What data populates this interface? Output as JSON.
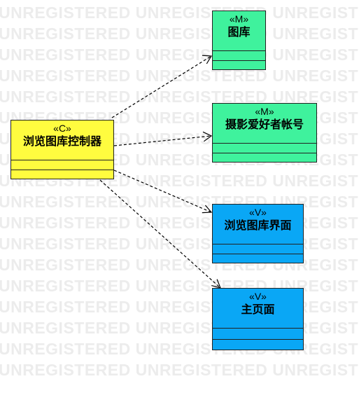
{
  "watermark_text": "UNREGISTERED UNREGISTERED UNREGISTERED UNREGISTERED",
  "colors": {
    "model_fill": "#3ff29d",
    "controller_fill": "#fffc3f",
    "view_fill": "#0aa7f5",
    "border": "#222222",
    "watermark": "#ececec"
  },
  "classes": {
    "controller": {
      "stereotype": "«C»",
      "name": "浏览图库控制器"
    },
    "gallery": {
      "stereotype": "«M»",
      "name": "图库"
    },
    "account": {
      "stereotype": "«M»",
      "name": "摄影爱好者帐号"
    },
    "browse_view": {
      "stereotype": "«V»",
      "name": "浏览图库界面"
    },
    "home_view": {
      "stereotype": "«V»",
      "name": "主页面"
    }
  },
  "dependencies": [
    {
      "from": "controller",
      "to": "gallery",
      "style": "dashed"
    },
    {
      "from": "controller",
      "to": "account",
      "style": "dashed"
    },
    {
      "from": "controller",
      "to": "browse_view",
      "style": "dashed"
    },
    {
      "from": "controller",
      "to": "home_view",
      "style": "dashed"
    }
  ]
}
